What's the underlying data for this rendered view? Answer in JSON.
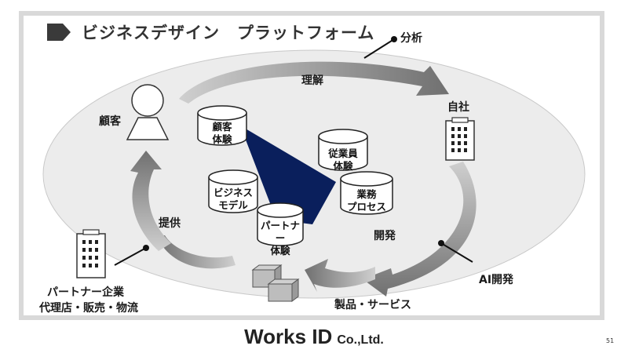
{
  "title": "ビジネスデザイン　プラットフォーム",
  "labels": {
    "analysis": "分析",
    "understanding": "理解",
    "own_company": "自社",
    "customer": "顧客",
    "provide": "提供",
    "develop": "開発",
    "ai_dev": "AI開発",
    "products_services": "製品・サービス",
    "partner_line1": "パートナー企業",
    "partner_line2": "代理店・販売・物流"
  },
  "cylinders": {
    "customer_experience": [
      "顧客",
      "体験"
    ],
    "employee_experience": [
      "従業員",
      "体験"
    ],
    "business_model": [
      "ビジネス",
      "モデル"
    ],
    "business_process": [
      "業務",
      "プロセス"
    ],
    "partner_experience": [
      "パートナー",
      "体験"
    ]
  },
  "footer": {
    "brand": "Works ID",
    "suffix": "Co.,Ltd."
  },
  "page_number": "51",
  "colors": {
    "accent_shape": "#0a1f5c",
    "arrow": "#808080",
    "ellipse": "#ececec",
    "frame": "#d9d9d9"
  }
}
